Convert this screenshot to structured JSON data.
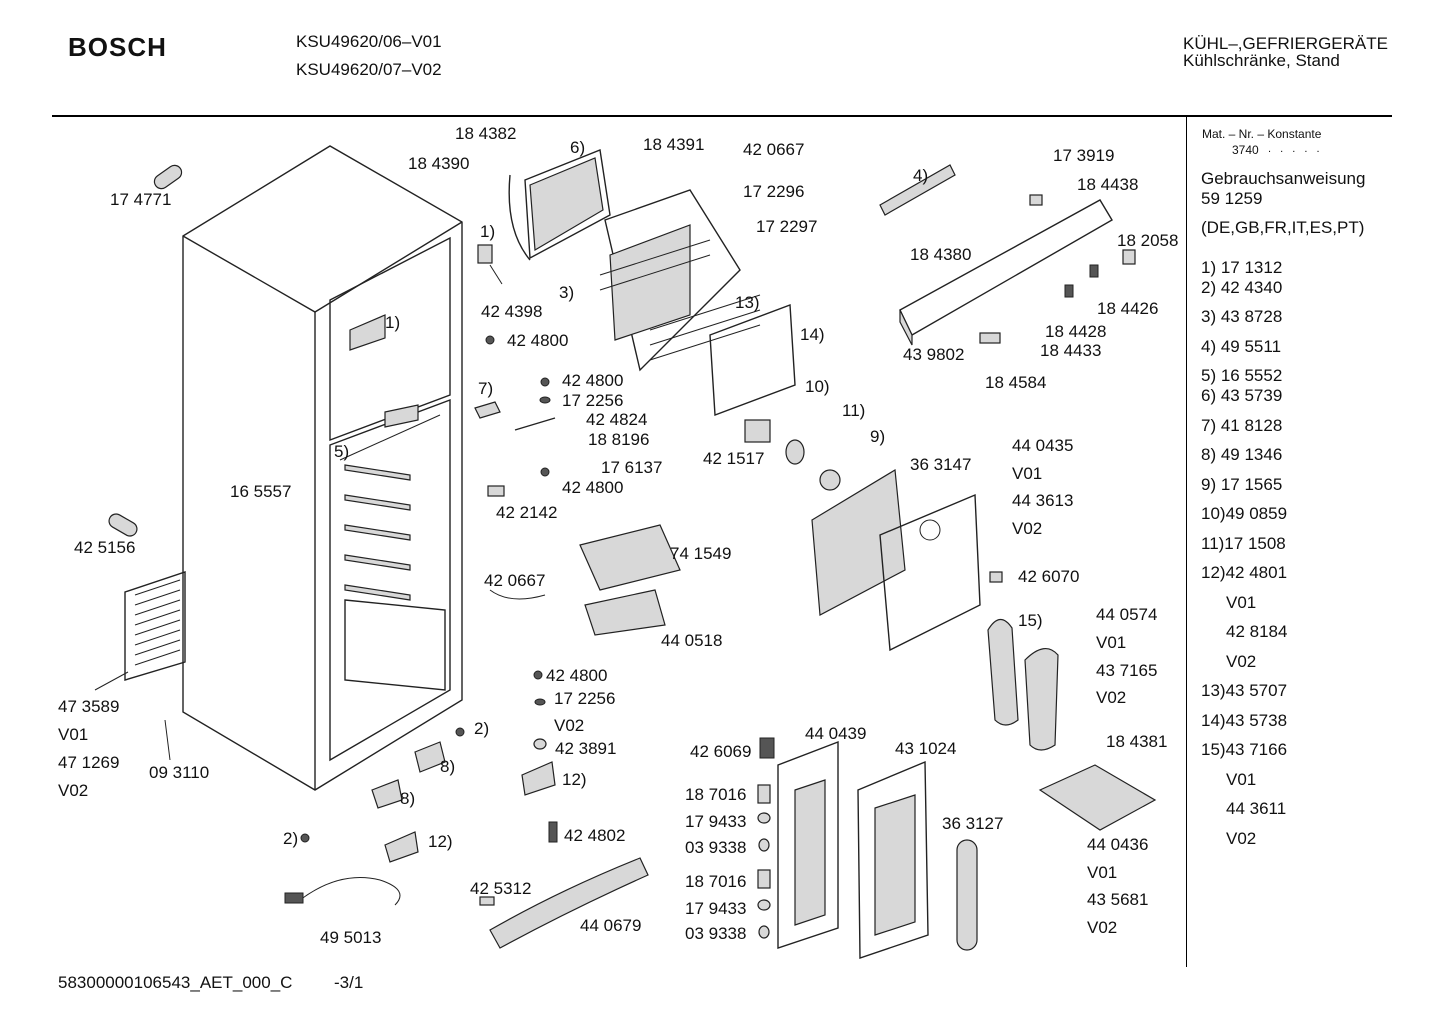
{
  "header": {
    "brand": "BOSCH",
    "model_line_1": "KSU49620/06–V01",
    "model_line_2": "KSU49620/07–V02",
    "category_line_1": "KÜHL–,GEFRIERGERÄTE",
    "category_line_2": "Kühlschränke, Stand"
  },
  "footer": {
    "document_id": "58300000106543_AET_000_C",
    "page": "-3/1"
  },
  "sidebar": {
    "mat_label": "Mat. – Nr. – Konstante",
    "mat_value": "3740",
    "mat_dots": ". . . . .",
    "manual_label": "Gebrauchsanweisung",
    "manual_number": "59 1259",
    "languages": "(DE,GB,FR,IT,ES,PT)",
    "items": [
      "1) 17 1312",
      "2) 42 4340",
      "3) 43 8728",
      "4) 49 5511",
      "5) 16 5552",
      "6) 43 5739",
      "7) 41 8128",
      "8) 49 1346",
      "9) 17 1565",
      "10)49 0859",
      "11)17 1508",
      "12)42 4801",
      "V01",
      "42 8184",
      "V02",
      "13)43 5707",
      "14)43 5738",
      "15)43 7166",
      "V01",
      "44 3611",
      "V02"
    ]
  },
  "labels": {
    "l174771": "17 4771",
    "l184382": "18 4382",
    "l184390": "18 4390",
    "c6": "6)",
    "l184391": "18 4391",
    "l420667a": "42 0667",
    "l172296": "17 2296",
    "l172297": "17 2297",
    "c4": "4)",
    "l173919": "17 3919",
    "l184438": "18 4438",
    "l182058": "18 2058",
    "l184380": "18 4380",
    "c1a": "1)",
    "l424398": "42 4398",
    "c3": "3)",
    "c13": "13)",
    "c14": "14)",
    "l424800a": "42 4800",
    "c1b": "1)",
    "l184426": "18 4426",
    "l184428": "18 4428",
    "l184433": "18 4433",
    "l439802": "43 9802",
    "l184584": "18 4584",
    "c7": "7)",
    "l424800b": "42 4800",
    "l172256a": "17 2256",
    "l424824": "42 4824",
    "l188196": "18 8196",
    "c10": "10)",
    "c11": "11)",
    "c9": "9)",
    "l421517": "42 1517",
    "l363147": "36 3147",
    "l440435": "44 0435",
    "v01a": "V01",
    "l443613": "44 3613",
    "v02a": "V02",
    "c5": "5)",
    "l165557": "16 5557",
    "l176137": "17 6137",
    "l424800c": "42 4800",
    "l422142": "42 2142",
    "l425156": "42 5156",
    "l741549": "74 1549",
    "l420667b": "42 0667",
    "l426070": "42 6070",
    "l440518": "44 0518",
    "c15": "15)",
    "l440574": "44 0574",
    "v01b": "V01",
    "l437165": "43 7165",
    "v02b": "V02",
    "l473589": "47 3589",
    "v01c": "V01",
    "l471269": "47 1269",
    "v02c": "V02",
    "l093110": "09 3110",
    "l424800d": "42 4800",
    "l172256b": "17 2256",
    "v02d": "V02",
    "l423891": "42 3891",
    "c2a": "2)",
    "c8a": "8)",
    "c8b": "8)",
    "c12a": "12)",
    "l426069": "42 6069",
    "l440439": "44 0439",
    "l431024": "43 1024",
    "l184381": "18 4381",
    "l187016a": "18 7016",
    "l179433a": "17 9433",
    "l039338a": "03 9338",
    "l363127": "36 3127",
    "l440436": "44 0436",
    "v01d": "V01",
    "l435681": "43 5681",
    "v02e": "V02",
    "c2b": "2)",
    "c12b": "12)",
    "l424802": "42 4802",
    "l425312": "42 5312",
    "l440679": "44 0679",
    "l187016b": "18 7016",
    "l179433b": "17 9433",
    "l039338b": "03 9338",
    "l495013": "49 5013"
  }
}
